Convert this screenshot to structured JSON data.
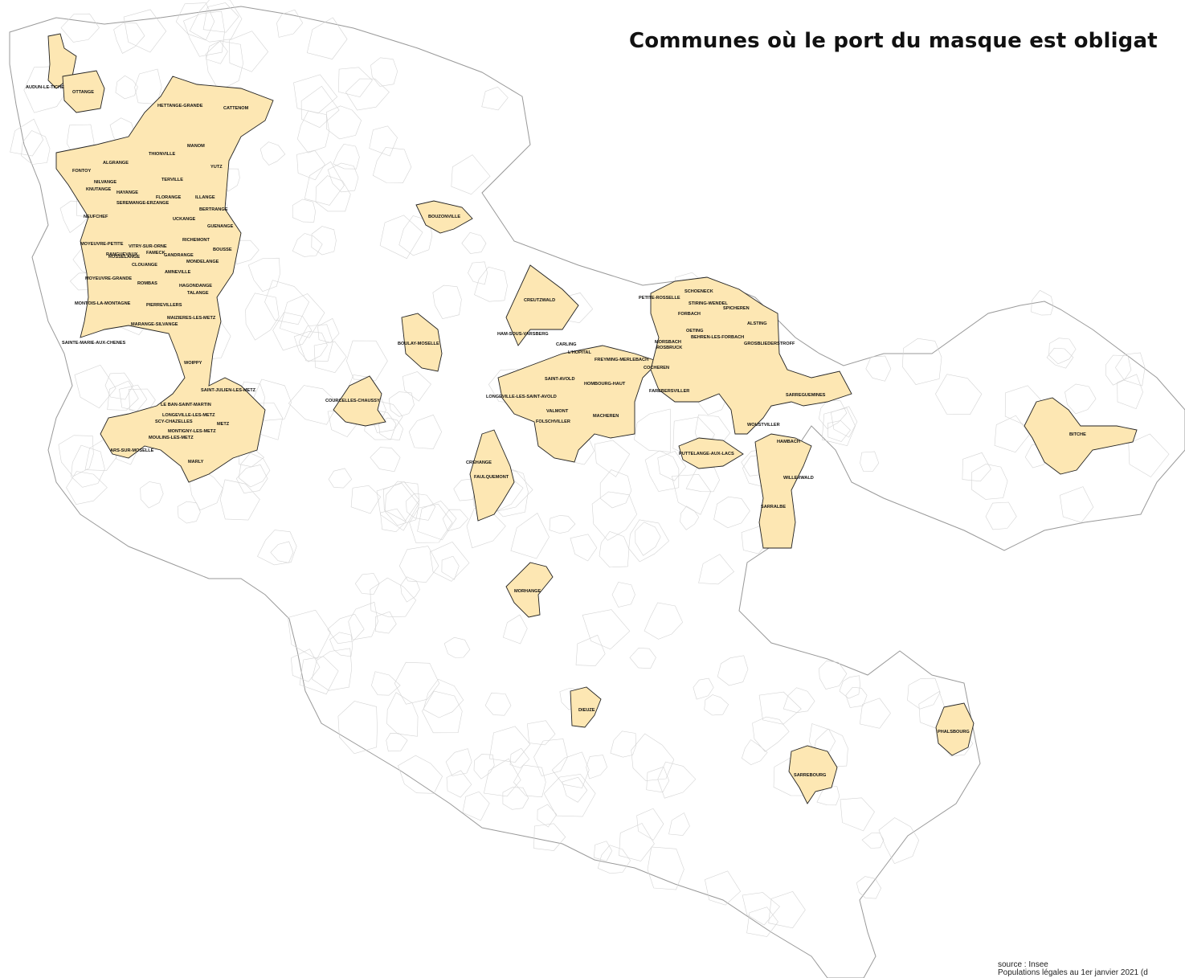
{
  "title": "Communes où le port du masque est obligat",
  "source": {
    "line1": "source : Insee",
    "line2": "Populations légales au 1er janvier 2021 (d"
  },
  "colors": {
    "fill": "#fde7b3",
    "outline": "#222222",
    "boundary": "#d4d4d4",
    "background": "#ffffff"
  },
  "communes": [
    "AUDUN-LE-TICHE",
    "OTTANGE",
    "HETTANGE-GRANDE",
    "CATTENOM",
    "THIONVILLE",
    "MANOM",
    "YUTZ",
    "FONTOY",
    "ALGRANGE",
    "NILVANGE",
    "KNUTANGE",
    "HAYANGE",
    "TERVILLE",
    "FLORANGE",
    "ILLANGE",
    "SEREMANGE-ERZANGE",
    "BERTRANGE",
    "NEUFCHEF",
    "UCKANGE",
    "GUENANGE",
    "RANGUEVAUX",
    "FAMECK",
    "RICHEMONT",
    "MOYEUVRE-PETITE",
    "VITRY-SUR-ORNE",
    "BOUSSE",
    "ROSSELANGE",
    "GANDRANGE",
    "MONDELANGE",
    "CLOUANGE",
    "AMNEVILLE",
    "MOYEUVRE-GRANDE",
    "ROMBAS",
    "HAGONDANGE",
    "TALANGE",
    "MONTOIS-LA-MONTAGNE",
    "PIERREVILLERS",
    "MAIZIERES-LES-METZ",
    "MARANGE-SILVANGE",
    "SAINTE-MARIE-AUX-CHENES",
    "WOIPPY",
    "SAINT-JULIEN-LES-METZ",
    "LE BAN-SAINT-MARTIN",
    "LONGEVILLE-LES-METZ",
    "SCY-CHAZELLES",
    "METZ",
    "MONTIGNY-LES-METZ",
    "MOULINS-LES-METZ",
    "ARS-SUR-MOSELLE",
    "MARLY",
    "BOUZONVILLE",
    "BOULAY-MOSELLE",
    "COURCELLES-CHAUSSY",
    "CREUTZWALD",
    "HAM-SOUS-VARSBERG",
    "CARLING",
    "L'HOPITAL",
    "FREYMING-MERLEBACH",
    "SAINT-AVOLD",
    "HOMBOURG-HAUT",
    "LONGEVILLE-LES-SAINT-AVOLD",
    "VALMONT",
    "MACHEREN",
    "FOLSCHVILLER",
    "CREHANGE",
    "FAULQUEMONT",
    "COCHEREN",
    "FAREBERSVILLER",
    "PETITE-ROSSELLE",
    "SCHOENECK",
    "STIRING-WENDEL",
    "SPICHEREN",
    "FORBACH",
    "ALSTING",
    "OETING",
    "BEHREN-LES-FORBACH",
    "MORSBACH",
    "ROSBRUCK",
    "GROSBLIEDERSTROFF",
    "SARREGUEMINES",
    "WOUSTVILLER",
    "HAMBACH",
    "PUTTELANGE-AUX-LACS",
    "WILLERWALD",
    "SARRALBE",
    "BITCHE",
    "MORHANGE",
    "DIEUZE",
    "PHALSBOURG",
    "SARREBOURG"
  ]
}
